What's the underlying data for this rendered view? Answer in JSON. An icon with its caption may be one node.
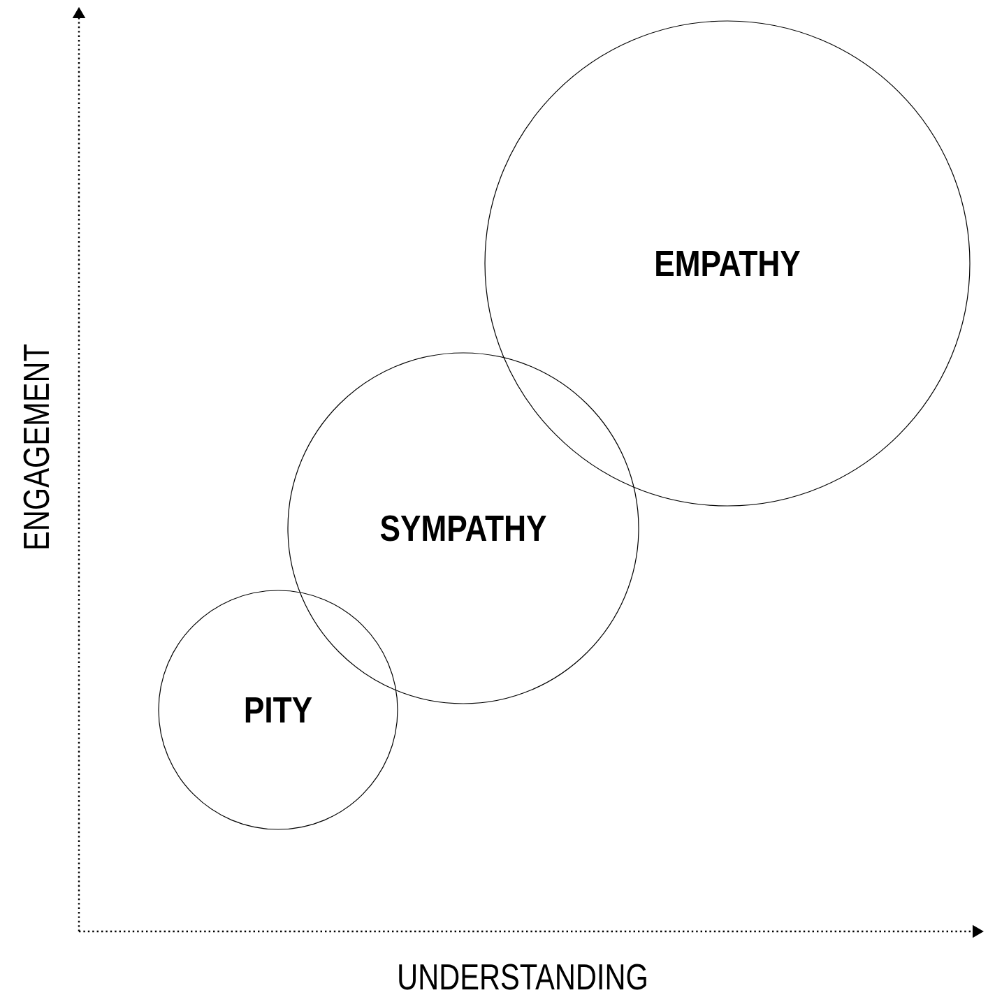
{
  "diagram": {
    "nodes": [
      {
        "text": [
          "EMPATHY"
        ]
      },
      {
        "text": [
          "SYMPATHY"
        ]
      },
      {
        "text": [
          "PITY"
        ]
      }
    ],
    "labels": [
      "ENGAGEMENT",
      "UNDERSTANDING"
    ]
  }
}
